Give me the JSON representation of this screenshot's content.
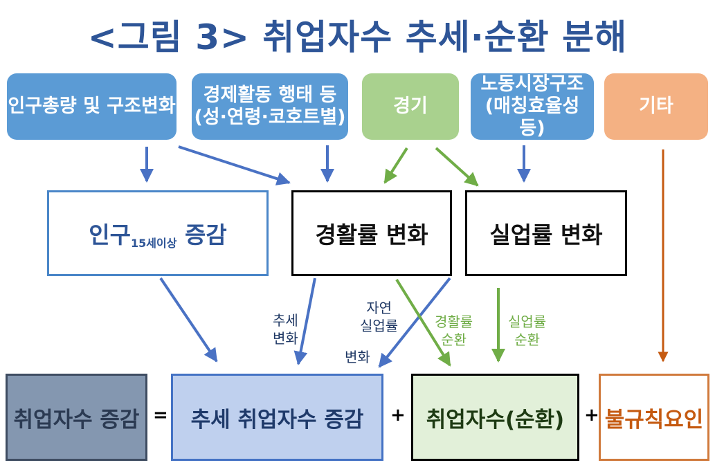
{
  "title": "<그림 3> 취업자수 추세·순환 분해",
  "top_boxes": {
    "population": "인구총량 및 구조변화",
    "activity_line1": "경제활동 행태 등",
    "activity_line2": "(성·연령·코호트별)",
    "business": "경기",
    "labor_line1": "노동시장구조",
    "labor_line2": "(매칭효율성 등)",
    "other": "기타"
  },
  "mid_boxes": {
    "pop_prefix": "인구",
    "pop_sub": "15세이상",
    "pop_suffix": " 증감",
    "participation": "경활률 변화",
    "unemployment": "실업률 변화"
  },
  "bottom_boxes": {
    "total": "취업자수 증감",
    "trend": "추세 취업자수 증감",
    "cycle": "취업자수(순환)",
    "irregular": "불규칙요인"
  },
  "operators": {
    "eq": "=",
    "plus1": "+",
    "plus2": "+"
  },
  "arrow_labels": {
    "trend_change_1": "추세",
    "trend_change_2": "변화",
    "natural_1": "자연",
    "natural_2": "실업률",
    "natural_3": "변화",
    "part_cycle_1": "경활률",
    "part_cycle_2": "순환",
    "unemp_cycle_1": "실업률",
    "unemp_cycle_2": "순환"
  },
  "colors": {
    "title": "#2e5597",
    "blue_arrow": "#4a72c4",
    "green_arrow": "#70ad47",
    "orange_arrow": "#c55a11"
  }
}
